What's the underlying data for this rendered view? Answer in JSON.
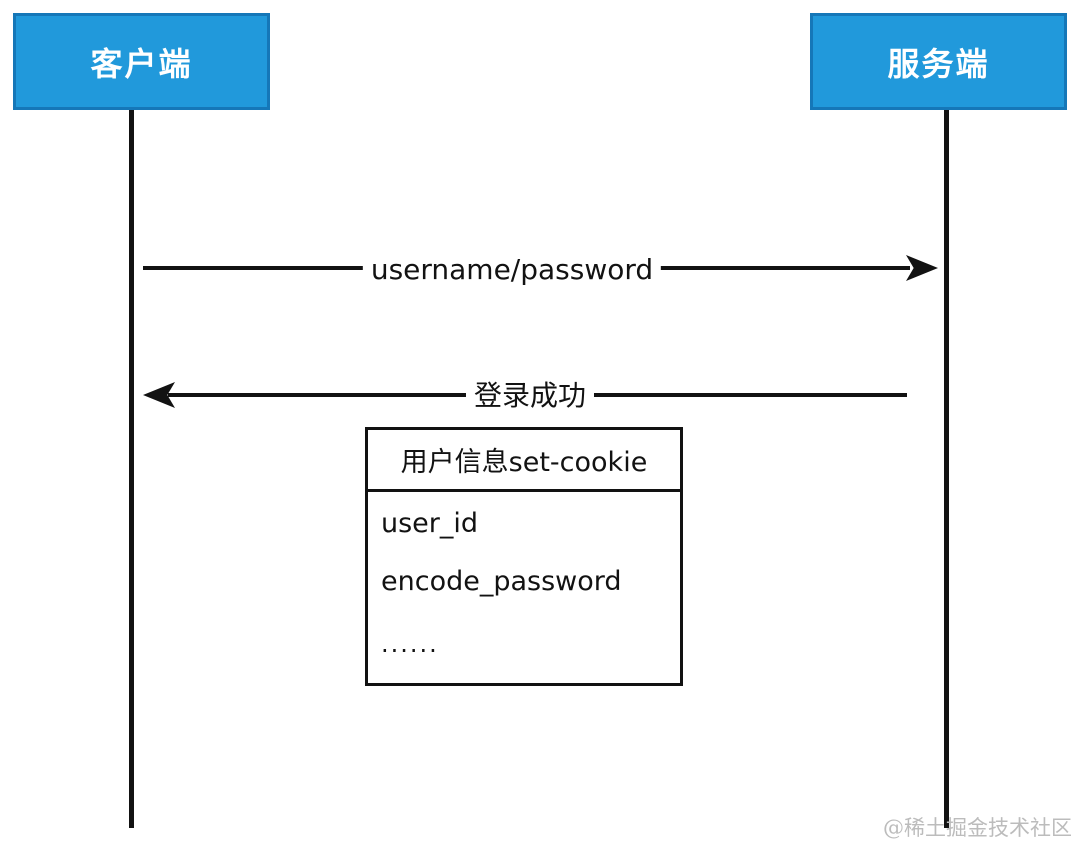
{
  "diagram": {
    "actors": [
      {
        "id": "client",
        "label": "客户端"
      },
      {
        "id": "server",
        "label": "服务端"
      }
    ],
    "messages": [
      {
        "label": "username/password",
        "direction": "right",
        "from": "客户端",
        "to": "服务端"
      },
      {
        "label": "登录成功",
        "direction": "left",
        "from": "服务端",
        "to": "客户端"
      }
    ],
    "cookie_box": {
      "title": "用户信息set-cookie",
      "rows": [
        "user_id",
        "encode_password",
        "......"
      ]
    },
    "watermark": "@稀土掘金技术社区"
  },
  "colors": {
    "actor_fill": "#2199db",
    "actor_border": "#1577b8",
    "line": "#121212",
    "watermark": "#bcbcbc"
  }
}
